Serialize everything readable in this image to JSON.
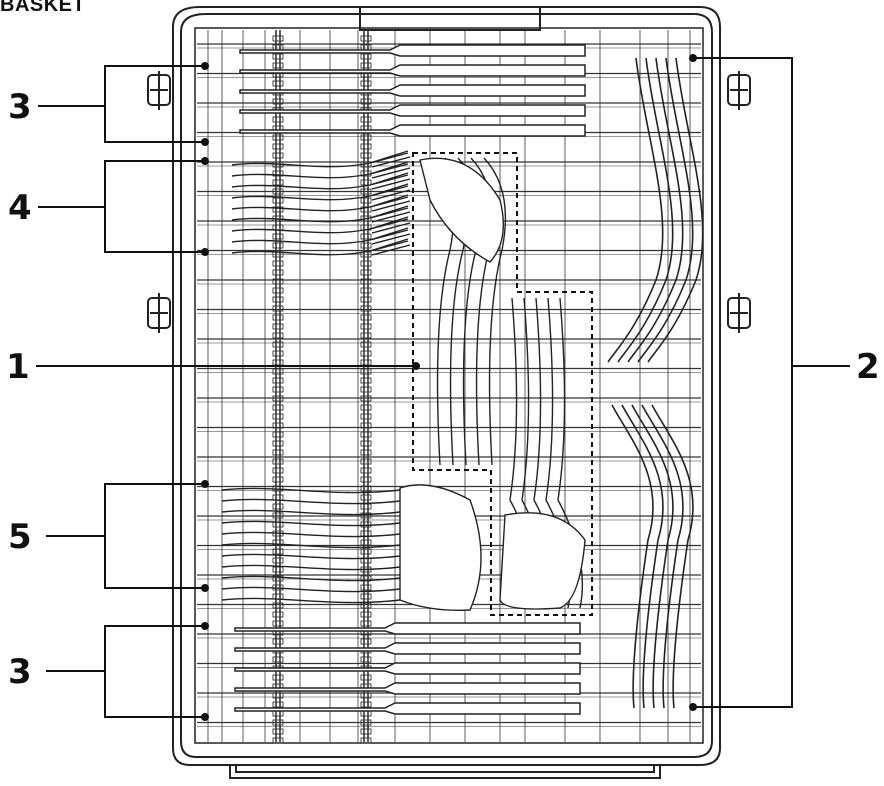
{
  "caption": "BASKET",
  "callouts": [
    {
      "label": "3",
      "items": 2
    },
    {
      "label": "4",
      "items": 2
    },
    {
      "label": "1",
      "items": 1
    },
    {
      "label": "5",
      "items": 2
    },
    {
      "label": "3",
      "items": 2
    },
    {
      "label": "2",
      "items": 2
    }
  ],
  "colors": {
    "line": "#111111",
    "rack": "#222222",
    "background": "#ffffff"
  }
}
